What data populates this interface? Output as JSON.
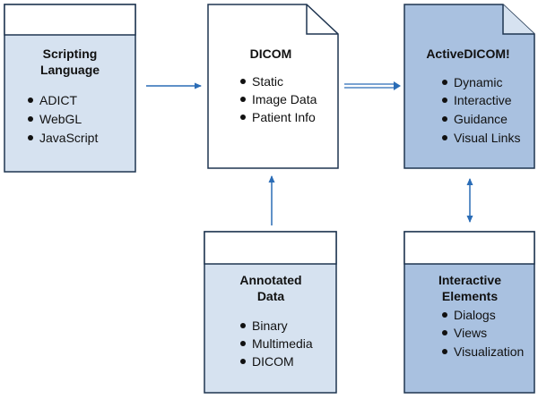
{
  "boxes": {
    "scripting": {
      "title_lines": [
        "Scripting",
        "Language"
      ],
      "items": [
        "ADICT",
        "WebGL",
        "JavaScript"
      ]
    },
    "dicom": {
      "title_lines": [
        "DICOM"
      ],
      "items": [
        "Static",
        "Image Data",
        "Patient Info"
      ]
    },
    "activedicom": {
      "title_lines": [
        "ActiveDICOM!"
      ],
      "items": [
        "Dynamic",
        "Interactive",
        "Guidance",
        "Visual Links"
      ]
    },
    "annotated": {
      "title_lines": [
        "Annotated",
        "Data"
      ],
      "items": [
        "Binary",
        "Multimedia",
        "DICOM"
      ]
    },
    "interactive_elements": {
      "title_lines": [
        "Interactive",
        "Elements"
      ],
      "items": [
        "Dialogs",
        "Views",
        "Visualization"
      ]
    }
  },
  "colors": {
    "light_fill": "#d6e2f0",
    "mid_fill": "#a9c1e0",
    "stroke": "#1f3550",
    "arrow": "#2a6cb6",
    "white": "#ffffff"
  }
}
